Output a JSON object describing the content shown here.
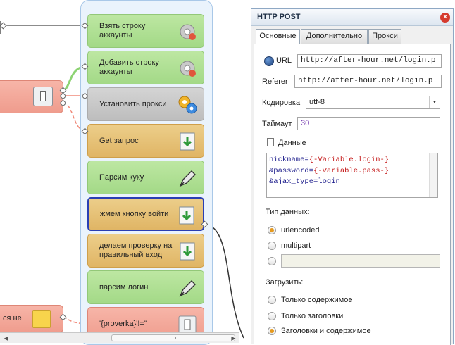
{
  "blocks": [
    {
      "label": "Взять строку аккаунты",
      "color": "green",
      "icon": "gear-icon"
    },
    {
      "label": "Добавить строку аккаунты",
      "color": "green",
      "icon": "gear-icon"
    },
    {
      "label": "Установить прокси",
      "color": "grey",
      "icon": "gears-icon"
    },
    {
      "label": "Get запрос",
      "color": "orange",
      "icon": "download-icon"
    },
    {
      "label": "Парсим куку",
      "color": "green",
      "icon": "pen-icon"
    },
    {
      "label": "жмем кнопку войти",
      "color": "orange",
      "icon": "download-icon",
      "selected": true
    },
    {
      "label": "делаем проверку на правильный вход",
      "color": "orange",
      "icon": "download-icon"
    },
    {
      "label": "парсим логин",
      "color": "green",
      "icon": "pen-icon"
    },
    {
      "label": "'{proverka}'!=\"",
      "color": "red",
      "icon": "switch-icon"
    }
  ],
  "partial_left_label": "ся не",
  "panel": {
    "title": "HTTP POST",
    "tabs": [
      "Основные",
      "Дополнительно",
      "Прокси"
    ],
    "active_tab": "Основные",
    "url_label": "URL",
    "url_value": "http://after-hour.net/login.p",
    "referer_label": "Referer",
    "referer_value": "http://after-hour.net/login.p",
    "encoding_label": "Кодировка",
    "encoding_value": "utf-8",
    "timeout_label": "Таймаут",
    "timeout_value": "30",
    "data_label": "Данные",
    "data_lines": [
      {
        "prefix": "nickname=",
        "token": "{-Variable.login-}",
        "suffix": ""
      },
      {
        "prefix": "&password=",
        "token": "{-Variable.pass-}",
        "suffix": ""
      },
      {
        "prefix": "&ajax_type=login",
        "token": "",
        "suffix": ""
      }
    ],
    "data_type_label": "Тип данных:",
    "data_type_options": [
      "urlencoded",
      "multipart"
    ],
    "data_type_selected": "urlencoded",
    "load_label": "Загрузить:",
    "load_options": [
      "Только содержимое",
      "Только заголовки",
      "Заголовки и содержимое"
    ],
    "load_selected": "Заголовки и содержимое"
  },
  "colors": {
    "accent_selected": "#2a3fb3",
    "radio_on": "#e69a1f",
    "token": "#c51b1b"
  }
}
